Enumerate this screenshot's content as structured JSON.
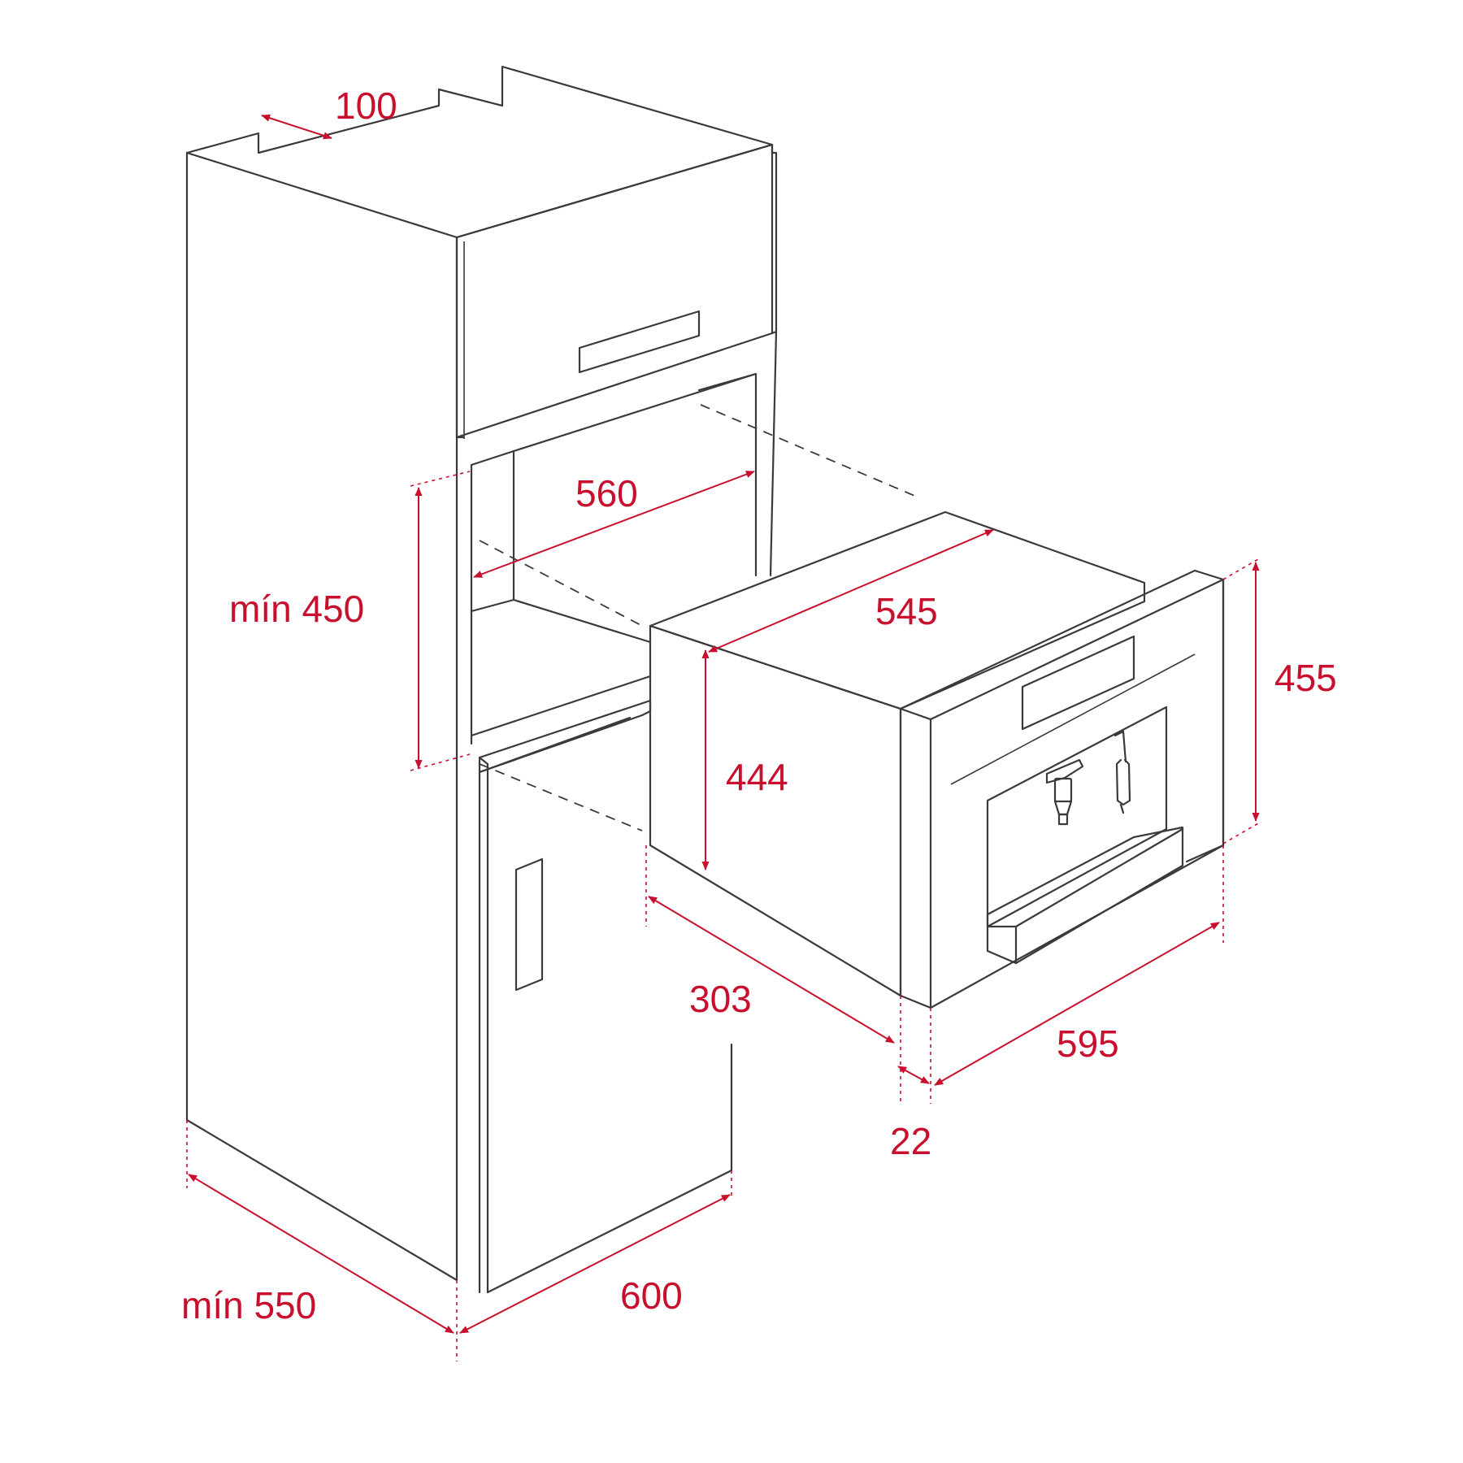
{
  "colors": {
    "line": "#3a3a3a",
    "dimension": "#c8102e",
    "background": "#ffffff"
  },
  "dimensions": {
    "top_offset": "100",
    "niche_width": "560",
    "niche_height": "mín 450",
    "appliance_depth": "545",
    "appliance_height": "455",
    "body_height": "444",
    "body_depth": "303",
    "front_width": "595",
    "front_thickness": "22",
    "cabinet_depth": "mín 550",
    "cabinet_width": "600"
  }
}
